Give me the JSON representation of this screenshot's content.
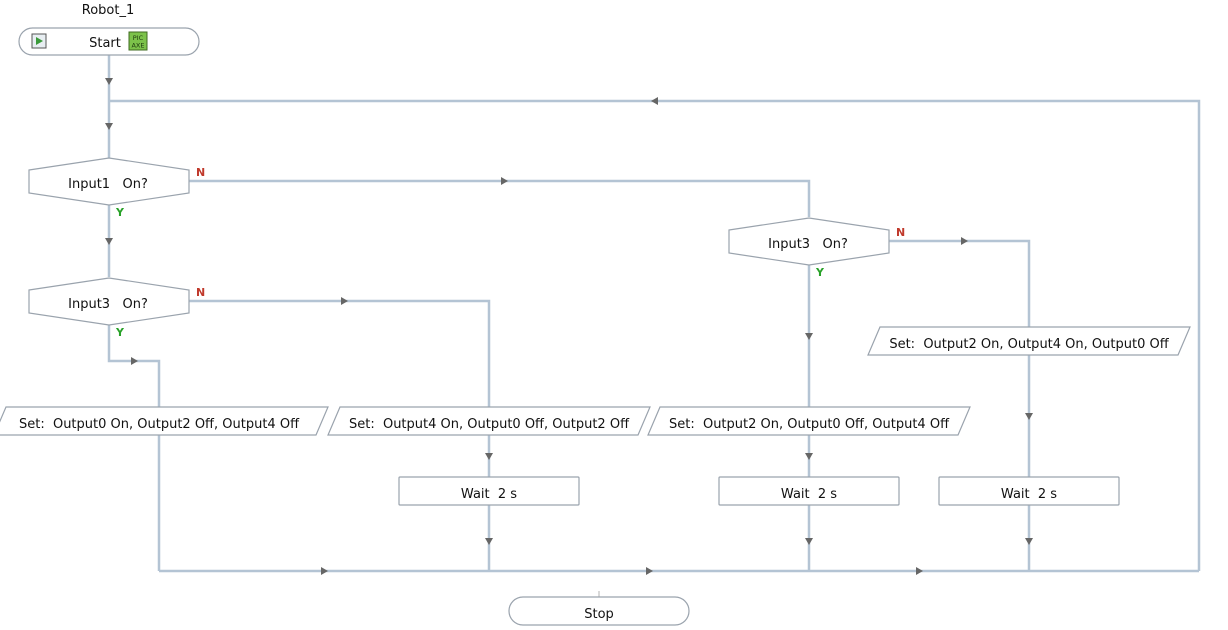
{
  "diagram": {
    "title": "Robot_1",
    "start": {
      "label": "Start",
      "badge_top": "PIC",
      "badge_bottom": "AXE"
    },
    "stop": {
      "label": "Stop"
    },
    "decisions": [
      {
        "id": "d1",
        "label": "Input1   On?",
        "no": "N",
        "yes": "Y"
      },
      {
        "id": "d2",
        "label": "Input3   On?",
        "no": "N",
        "yes": "Y"
      },
      {
        "id": "d3",
        "label": "Input3   On?",
        "no": "N",
        "yes": "Y"
      }
    ],
    "outputs": [
      {
        "id": "o1",
        "label": "Set:  Output0 On, Output2 Off, Output4 Off"
      },
      {
        "id": "o2",
        "label": "Set:  Output4 On, Output0 Off, Output2 Off"
      },
      {
        "id": "o3",
        "label": "Set:  Output2 On, Output0 Off, Output4 Off"
      },
      {
        "id": "o4",
        "label": "Set:  Output2 On, Output4 On, Output0 Off"
      }
    ],
    "waits": [
      {
        "id": "w1",
        "label": "Wait  2 s"
      },
      {
        "id": "w2",
        "label": "Wait  2 s"
      },
      {
        "id": "w3",
        "label": "Wait  2 s"
      }
    ],
    "colors": {
      "line": "#b4c4d4",
      "node_border": "#9aa3ad",
      "node_fill": "#ffffff",
      "arrow": "#666666",
      "no_label": "#c0392b",
      "yes_label": "#27a127",
      "badge": "#7cc24a",
      "play": "#3a9a3a"
    }
  }
}
